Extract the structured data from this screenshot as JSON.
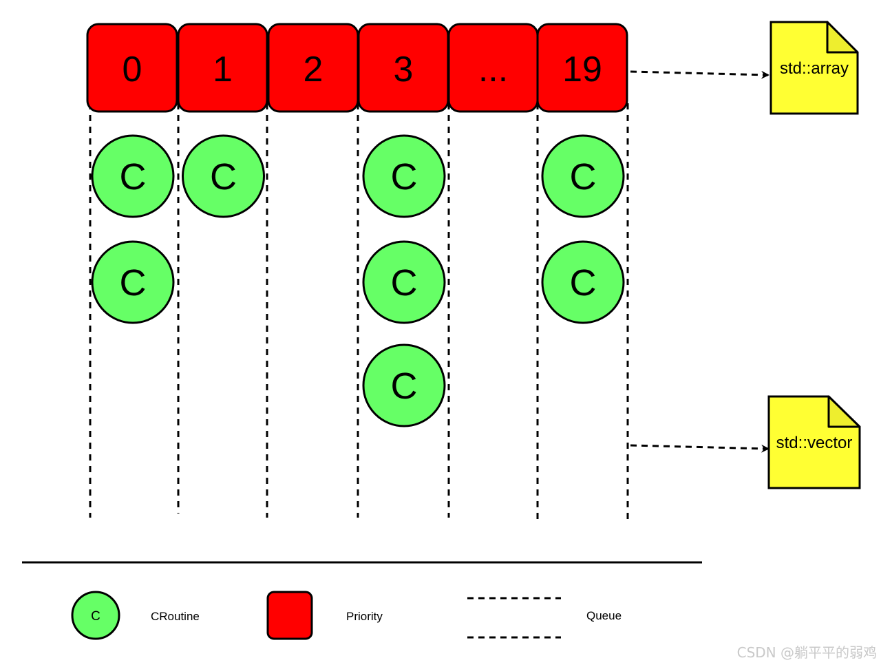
{
  "diagram": {
    "priorities": [
      {
        "label": "0",
        "coroutines": 2
      },
      {
        "label": "1",
        "coroutines": 1
      },
      {
        "label": "2",
        "coroutines": 0
      },
      {
        "label": "3",
        "coroutines": 3
      },
      {
        "label": "...",
        "coroutines": 0
      },
      {
        "label": "19",
        "coroutines": 2
      }
    ],
    "coroutine_label": "C",
    "notes": {
      "array": "std::array",
      "vector": "std::vector"
    },
    "colors": {
      "priority_fill": "#ff0000",
      "coroutine_fill": "#66ff66",
      "note_fill": "#ffff33",
      "note_fold": "#eeee2e",
      "stroke": "#000000"
    }
  },
  "legend": {
    "coroutine_symbol": "C",
    "coroutine_label": "CRoutine",
    "priority_label": "Priority",
    "queue_label": "Queue"
  },
  "watermark": "CSDN @躺平平的弱鸡"
}
